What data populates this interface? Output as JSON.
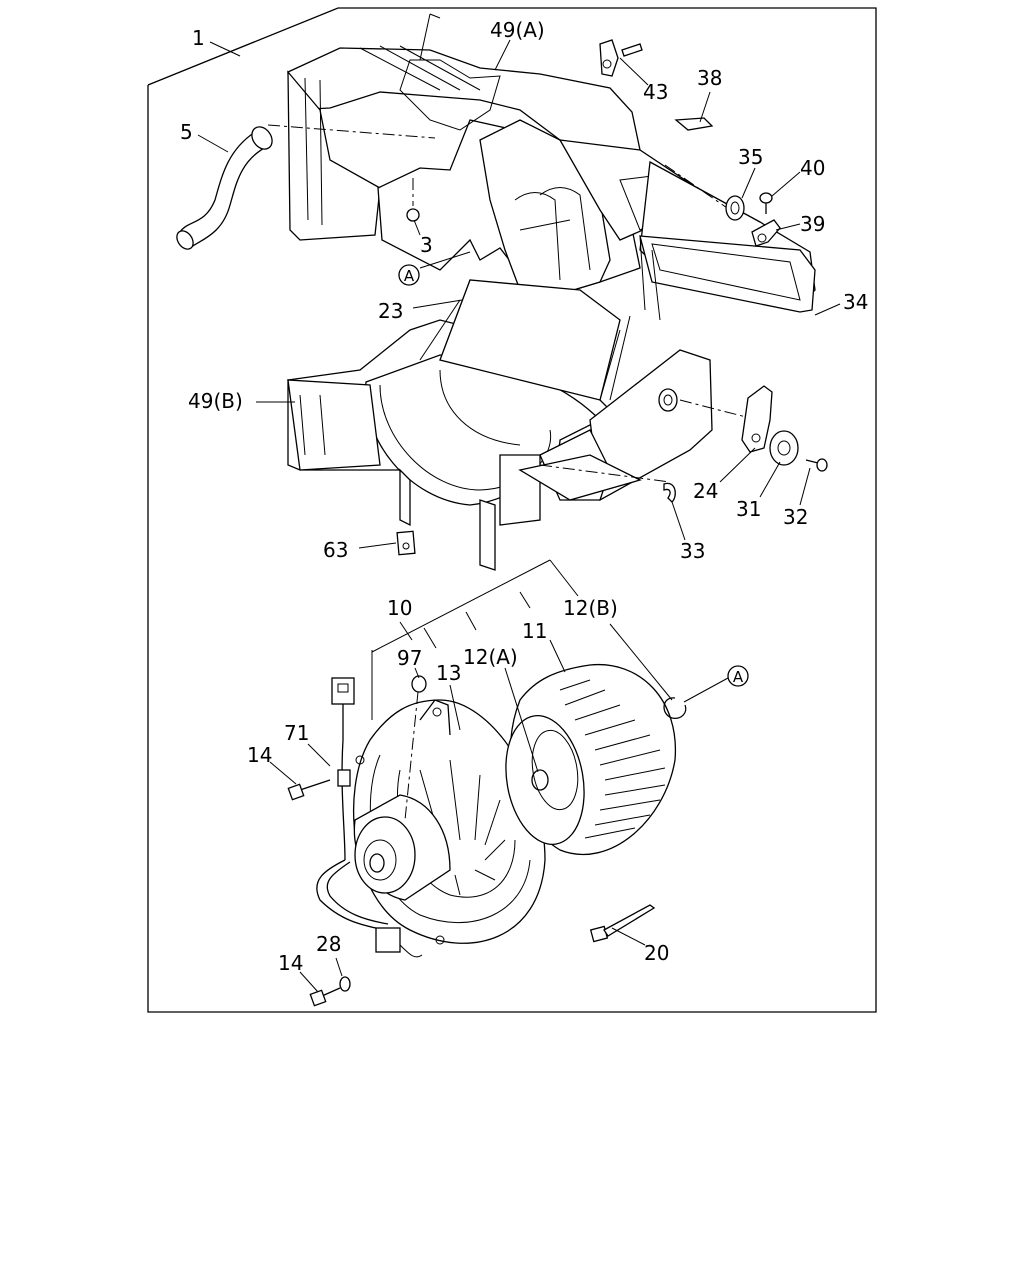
{
  "labels": {
    "l1": "1",
    "l49a": "49(A)",
    "l43": "43",
    "l38": "38",
    "l5": "5",
    "l35": "35",
    "l40": "40",
    "l39": "39",
    "l3": "3",
    "lA_upper": "A",
    "l34": "34",
    "l23": "23",
    "l49b": "49(B)",
    "l24": "24",
    "l31": "31",
    "l32": "32",
    "l63": "63",
    "l33": "33",
    "l10": "10",
    "l12b": "12(B)",
    "l11": "11",
    "l97": "97",
    "l13": "13",
    "l12a": "12(A)",
    "lA_lower": "A",
    "l71": "71",
    "l14_top": "14",
    "l28": "28",
    "l14_bottom": "14",
    "l20": "20"
  }
}
